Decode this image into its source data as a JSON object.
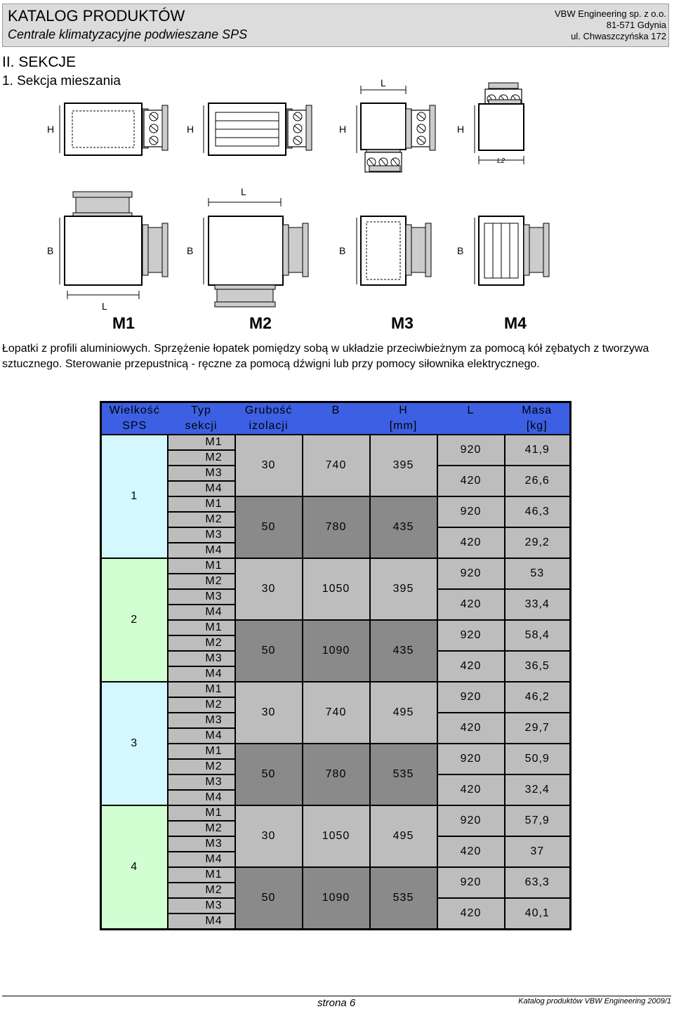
{
  "header": {
    "title": "KATALOG PRODUKTÓW",
    "subtitle": "Centrale klimatyzacyjne podwieszane SPS",
    "company": "VBW Engineering sp. z o.o.",
    "city": "81-571 Gdynia",
    "street": "ul. Chwaszczyńska 172"
  },
  "section": {
    "title": "II. SEKCJE",
    "subtitle": "1. Sekcja mieszania"
  },
  "dim_labels": {
    "H": "H",
    "B": "B",
    "L": "L",
    "L2": "L2"
  },
  "models": [
    "M1",
    "M2",
    "M3",
    "M4"
  ],
  "description": "Łopatki z profili aluminiowych. Sprzężenie łopatek pomiędzy sobą w układzie przeciwbieżnym za pomocą kół zębatych z tworzywa sztucznego. Sterowanie przepustnicą - ręczne za pomocą dźwigni lub przy pomocy siłownika elektrycznego.",
  "table": {
    "headers": {
      "size": [
        "Wielkość",
        "SPS"
      ],
      "type": [
        "Typ",
        "sekcji"
      ],
      "insulation": [
        "Grubość",
        "izolacji"
      ],
      "b": "B",
      "h": "H",
      "l": "L",
      "mm": "[mm]",
      "mass": [
        "Masa",
        "[kg]"
      ]
    },
    "types": [
      "M1",
      "M2",
      "M3",
      "M4"
    ],
    "groups": [
      {
        "size": "1",
        "blocks": [
          {
            "ins": "30",
            "b": "740",
            "h": "395",
            "rows": [
              {
                "l": "920",
                "m": "41,9"
              },
              {
                "l": "420",
                "m": "26,6"
              }
            ]
          },
          {
            "ins": "50",
            "b": "780",
            "h": "435",
            "rows": [
              {
                "l": "920",
                "m": "46,3"
              },
              {
                "l": "420",
                "m": "29,2"
              }
            ]
          }
        ]
      },
      {
        "size": "2",
        "blocks": [
          {
            "ins": "30",
            "b": "1050",
            "h": "395",
            "rows": [
              {
                "l": "920",
                "m": "53"
              },
              {
                "l": "420",
                "m": "33,4"
              }
            ]
          },
          {
            "ins": "50",
            "b": "1090",
            "h": "435",
            "rows": [
              {
                "l": "920",
                "m": "58,4"
              },
              {
                "l": "420",
                "m": "36,5"
              }
            ]
          }
        ]
      },
      {
        "size": "3",
        "blocks": [
          {
            "ins": "30",
            "b": "740",
            "h": "495",
            "rows": [
              {
                "l": "920",
                "m": "46,2"
              },
              {
                "l": "420",
                "m": "29,7"
              }
            ]
          },
          {
            "ins": "50",
            "b": "780",
            "h": "535",
            "rows": [
              {
                "l": "920",
                "m": "50,9"
              },
              {
                "l": "420",
                "m": "32,4"
              }
            ]
          }
        ]
      },
      {
        "size": "4",
        "blocks": [
          {
            "ins": "30",
            "b": "1050",
            "h": "495",
            "rows": [
              {
                "l": "920",
                "m": "57,9"
              },
              {
                "l": "420",
                "m": "37"
              }
            ]
          },
          {
            "ins": "50",
            "b": "1090",
            "h": "535",
            "rows": [
              {
                "l": "920",
                "m": "63,3"
              },
              {
                "l": "420",
                "m": "40,1"
              }
            ]
          }
        ]
      }
    ]
  },
  "footer": {
    "page": "strona 6",
    "catalog": "Katalog produktów VBW Engineering 2009/1"
  }
}
